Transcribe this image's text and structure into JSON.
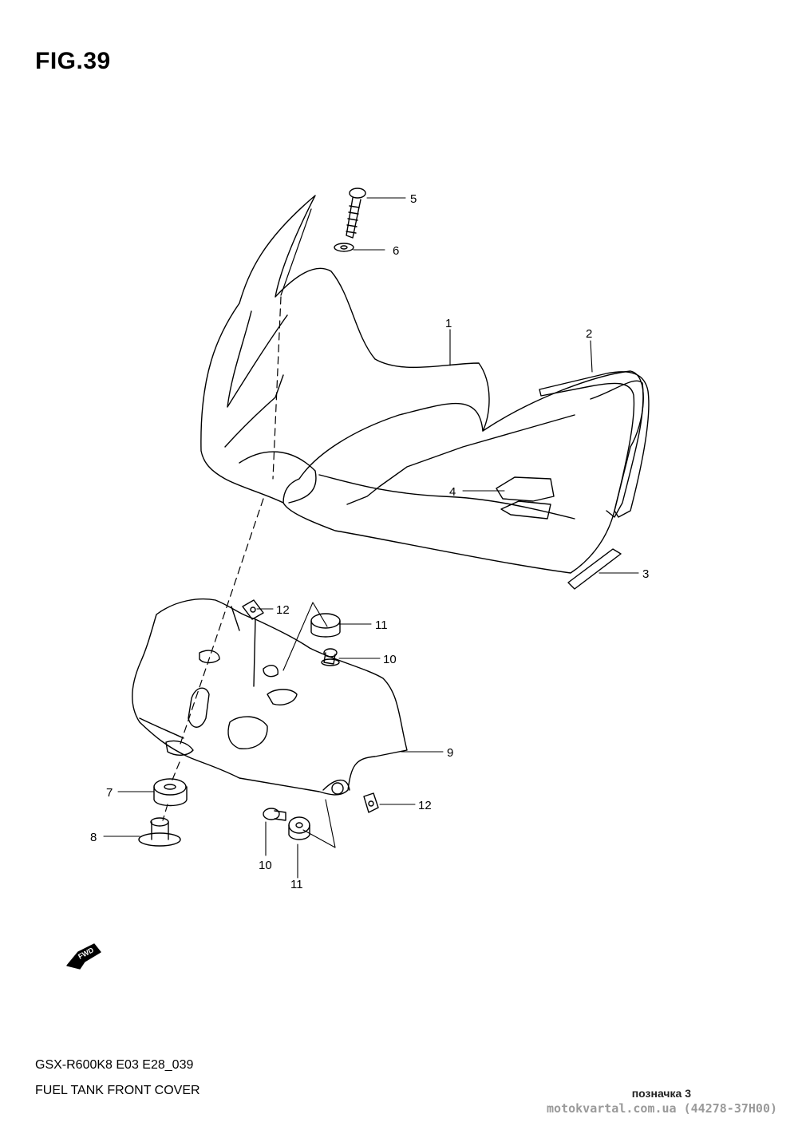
{
  "figure": {
    "title": "FIG.39",
    "code": "GSX-R600K8 E03 E28_039",
    "name": "FUEL TANK FRONT COVER"
  },
  "callouts": {
    "c1": "1",
    "c2": "2",
    "c3": "3",
    "c4": "4",
    "c5": "5",
    "c6": "6",
    "c7": "7",
    "c8": "8",
    "c9": "9",
    "c10a": "10",
    "c10b": "10",
    "c11a": "11",
    "c11b": "11",
    "c12a": "12",
    "c12b": "12"
  },
  "fwd_label": "FWD",
  "mark": "позначка 3",
  "watermark": "motokvartal.com.ua (44278-37H00)"
}
